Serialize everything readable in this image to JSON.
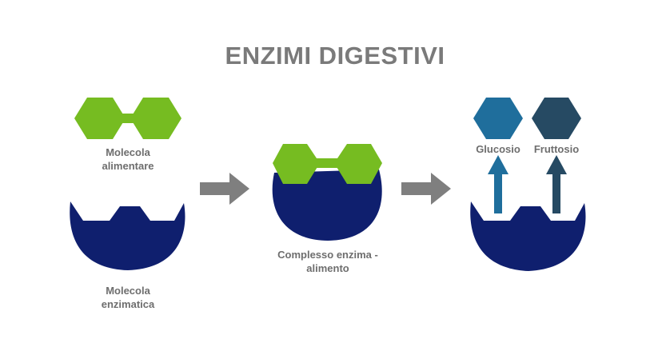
{
  "title": "ENZIMI DIGESTIVI",
  "labels": {
    "food_molecule": "Molecola\nalimentare",
    "enzyme_molecule": "Molecola\nenzimatica",
    "complex": "Complesso enzima -\nalimento",
    "glucose": "Glucosio",
    "fructose": "Fruttosio"
  },
  "colors": {
    "enzyme": "#0f1f6e",
    "food": "#76bc21",
    "glucose": "#1f6e9c",
    "fructose": "#264a63",
    "arrow": "#7f7f7f",
    "text": "#6e6e6e"
  }
}
